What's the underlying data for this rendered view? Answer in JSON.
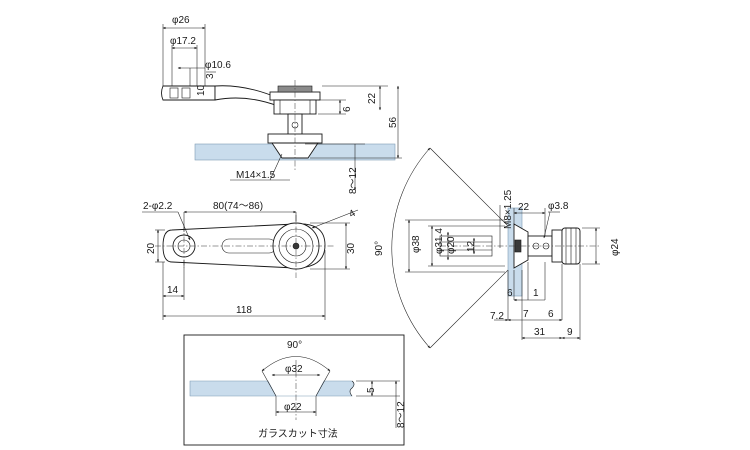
{
  "labels": {
    "phi26": "φ26",
    "phi17_2": "φ17.2",
    "phi10_6": "φ10.6",
    "d10": "10",
    "d3": "3",
    "d22": "22",
    "d6": "6",
    "d56": "56",
    "m14": "M14×1.5",
    "d8to12_top": "8～12",
    "d2phi2_2": "2-φ2.2",
    "d80": "80(74～86)",
    "d4": "4",
    "d20_left": "20",
    "d30": "30",
    "d14": "14",
    "d118": "118",
    "d90_side": "90°",
    "m8": "M8×1.25",
    "d22_side": "22",
    "phi3_8": "φ3.8",
    "phi38": "φ38",
    "phi31_4": "φ31.4",
    "phi20": "φ20",
    "d12": "12",
    "phi24": "φ24",
    "d6a": "6",
    "d1": "1",
    "d7_2": "7.2",
    "d7": "7",
    "d6b": "6",
    "d31": "31",
    "d9": "9",
    "d90_glass": "90°",
    "phi32": "φ32",
    "d5": "5",
    "phi22": "φ22",
    "d8to12_glass": "8～12",
    "glass_cut": "ガラスカット寸法"
  }
}
